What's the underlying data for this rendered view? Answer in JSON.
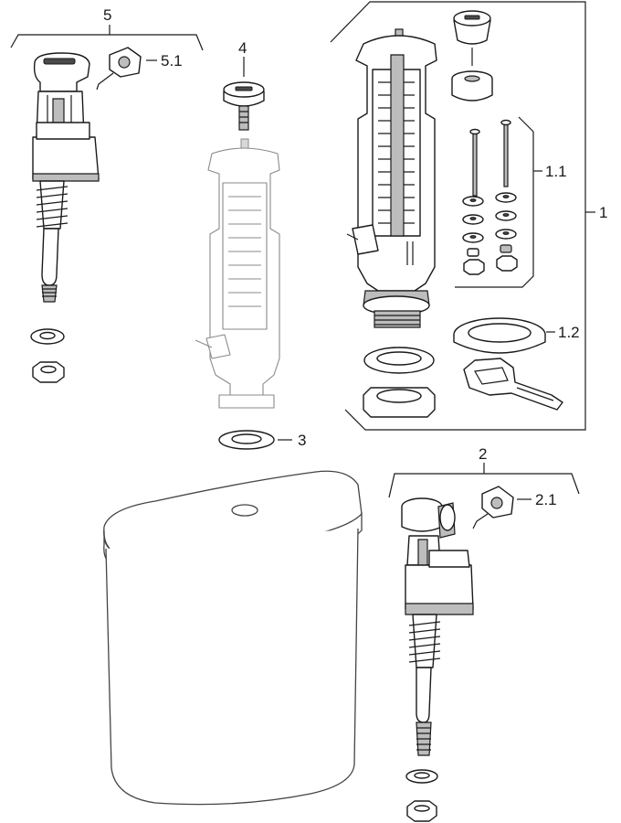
{
  "callouts": {
    "c1": "1",
    "c1_1": "1.1",
    "c1_2": "1.2",
    "c2": "2",
    "c2_1": "2.1",
    "c3": "3",
    "c4": "4",
    "c5": "5",
    "c5_1": "5.1"
  },
  "colors": {
    "line": "#1a1a1a",
    "ghost": "#8a8a8a",
    "part_grey": "#bdbdbd"
  }
}
